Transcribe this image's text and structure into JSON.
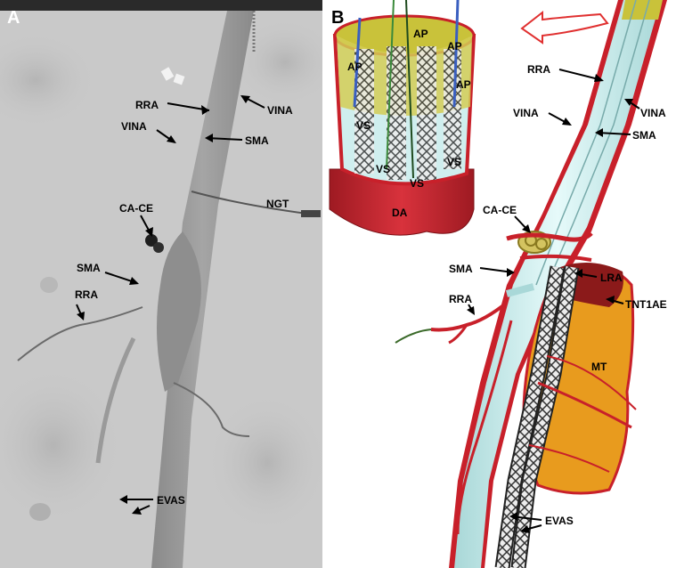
{
  "panel_a": {
    "letter": "A",
    "labels": {
      "rra_top": "RRA",
      "vina_right": "VINA",
      "vina_left": "VINA",
      "sma_top": "SMA",
      "ngt": "NGT",
      "ca_ce": "CA-CE",
      "sma_mid": "SMA",
      "rra_low": "RRA",
      "evas": "EVAS"
    }
  },
  "panel_b": {
    "letter": "B",
    "inset": {
      "ap1": "AP",
      "ap2": "AP",
      "ap3": "AP",
      "ap4": "AP",
      "vs1": "VS",
      "vs2": "VS",
      "vs3": "VS",
      "vs4": "VS",
      "da": "DA"
    },
    "labels": {
      "rra_top": "RRA",
      "vina_right": "VINA",
      "vina_left": "VINA",
      "sma_top": "SMA",
      "ca_ce": "CA-CE",
      "sma_mid": "SMA",
      "lra": "LRA",
      "rra_low": "RRA",
      "tnt1ae": "TNT1AE",
      "mt": "MT",
      "evas": "EVAS"
    }
  },
  "colors": {
    "xray_bg": "#c9c9c9",
    "artery_red": "#c8202a",
    "graft_cyan": "#cfeeee",
    "tumor_orange": "#e89b1e",
    "tumor_dark": "#8b1a1a",
    "sealing_yellow": "#c9c23a"
  }
}
